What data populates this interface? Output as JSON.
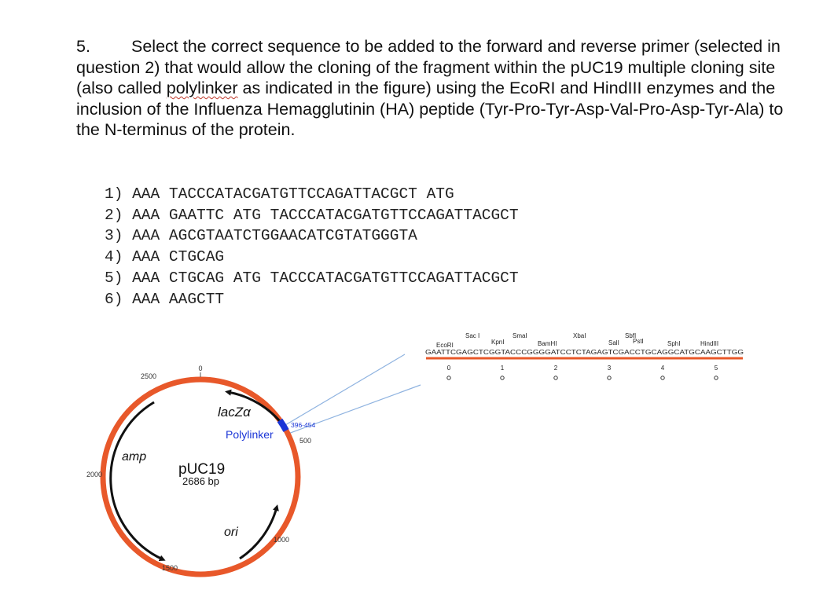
{
  "question": {
    "number": "5.",
    "text_before": "Select the correct sequence to be added to the forward and reverse primer (selected in question 2) that would allow the cloning of the fragment within the pUC19 multiple cloning site (also called ",
    "squiggle_word": "polylinker",
    "text_after": " as indicated in the figure) using the EcoRI and HindIII enzymes and the inclusion of the Influenza Hemagglutinin (HA) peptide (Tyr-Pro-Tyr-Asp-Val-Pro-Asp-Tyr-Ala) to the N-terminus of the protein."
  },
  "options": [
    "1) AAA TACCCATACGATGTTCCAGATTACGCT ATG",
    "2) AAA GAATTC ATG TACCCATACGATGTTCCAGATTACGCT",
    "3) AAA AGCGTAATCTGGAACATCGTATGGGTA",
    "4) AAA CTGCAG",
    "5) AAA CTGCAG ATG TACCCATACGATGTTCCAGATTACGCT",
    "6) AAA AAGCTT"
  ],
  "plasmid": {
    "name": "pUC19",
    "size": "2686 bp",
    "ticks": [
      "0",
      "500",
      "1000",
      "1500",
      "2000",
      "2500"
    ],
    "features": {
      "lacz": "lacZα",
      "polylinker": "Polylinker",
      "polylinker_range": "396-454",
      "amp": "amp",
      "ori": "ori"
    },
    "colors": {
      "backbone": "#e8582a",
      "arrow": "#111111",
      "polylinker": "#1a35d6",
      "zoom_lines": "#8fb3e0"
    }
  },
  "mcs": {
    "sequence": "GAATTCGAGCTCGGTACCCGGGGATCCTCTAGAGTCGACCTGCAGGCATGCAAGCTTGG",
    "enzymes": {
      "ecori": "EcoRI",
      "saci": "Sac I",
      "kpni": "KpnI",
      "smai": "SmaI",
      "bamhi": "BamHI",
      "xbai": "XbaI",
      "sali": "SalI",
      "sbfi": "SbfI",
      "psti": "PstI",
      "sphi": "SphI",
      "hindiii": "HindIII"
    },
    "scale_labels": [
      "0",
      "1",
      "2",
      "3",
      "4",
      "5"
    ]
  }
}
